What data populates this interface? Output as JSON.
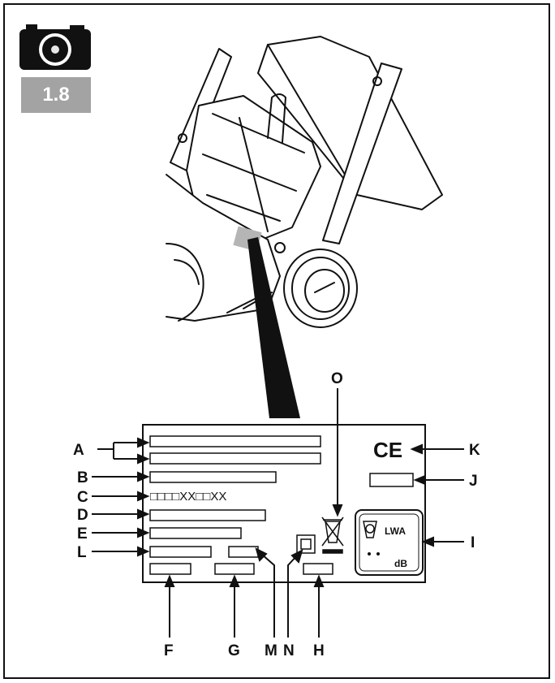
{
  "figure": {
    "number": "1.8",
    "icon": "camera-icon"
  },
  "label": {
    "code_pattern": "□□□□XX□□XX",
    "sound_symbol": "LWA",
    "decibel_symbol": "dB",
    "ce_mark": "CE"
  },
  "callouts": {
    "A": "A",
    "B": "B",
    "C": "C",
    "D": "D",
    "E": "E",
    "L": "L",
    "K": "K",
    "J": "J",
    "I": "I",
    "O": "O",
    "F": "F",
    "G": "G",
    "M": "M",
    "N": "N",
    "H": "H"
  }
}
